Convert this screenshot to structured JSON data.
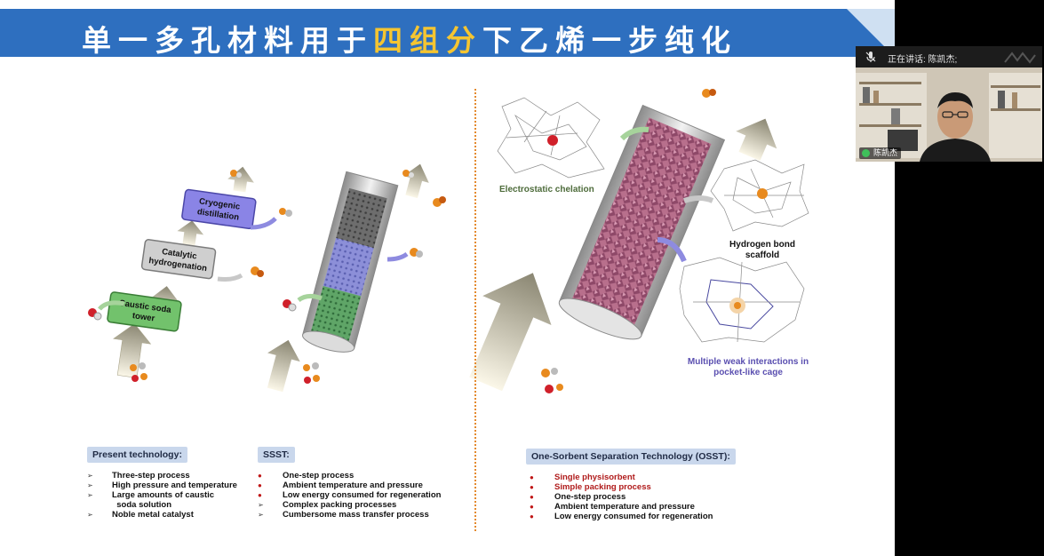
{
  "slide": {
    "title_pre": "单一多孔材料用于",
    "title_highlight": "四组分",
    "title_post": "下乙烯一步纯化",
    "colors": {
      "title_bar": "#2e6fbf",
      "title_highlight": "#f5c531",
      "accent_red": "#b01b1b",
      "divider": "#e48a2e"
    },
    "left_figure": {
      "boxes": [
        "Cryogenic distillation",
        "Catalytic hydrogenation",
        "Caustic soda tower"
      ]
    },
    "right_figure": {
      "labels": [
        "Electrostatic chelation",
        "Hydrogen bond scaffold",
        "Multiple weak interactions in pocket-like cage"
      ]
    },
    "present": {
      "heading": "Present technology:",
      "items": [
        "Three-step process",
        "High pressure and temperature",
        "Large amounts of caustic\n  soda solution",
        "Noble metal catalyst"
      ]
    },
    "ssst": {
      "heading": "SSST:",
      "items": [
        "One-step process",
        "Ambient temperature and pressure",
        "Low energy consumed for regeneration",
        "Complex packing processes",
        "Cumbersome mass transfer process"
      ]
    },
    "osst": {
      "heading": "One-Sorbent Separation Technology (OSST):",
      "items": [
        "Single physisorbent",
        "Simple packing process",
        "One-step process",
        "Ambient temperature and pressure",
        "Low energy consumed for regeneration"
      ]
    }
  },
  "video": {
    "speaking_label": "正在讲话: 陈凯杰;",
    "name": "陈凯杰",
    "icons": [
      "mic-icon",
      "brand-logo-icon"
    ]
  }
}
